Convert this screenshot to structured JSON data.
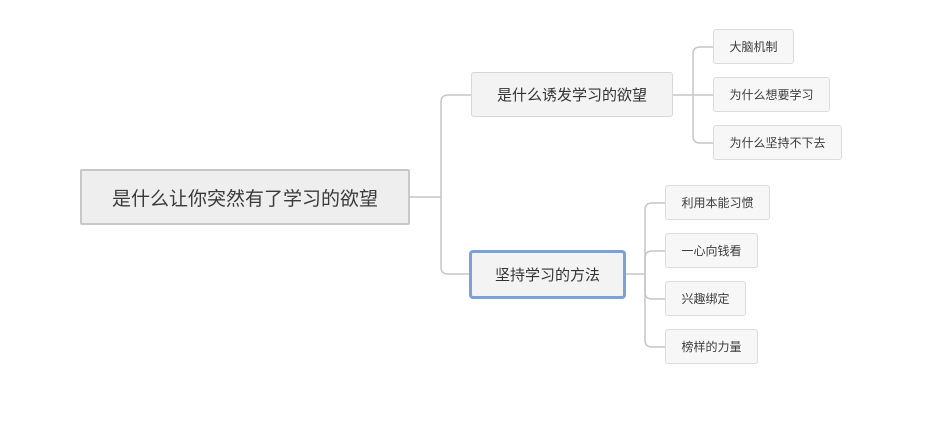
{
  "mindmap": {
    "root": "是什么让你突然有了学习的欲望",
    "branches": [
      {
        "label": "是什么诱发学习的欲望",
        "children": [
          "大脑机制",
          "为什么想要学习",
          "为什么坚持不下去"
        ]
      },
      {
        "label": "坚持学习的方法",
        "selected": true,
        "children": [
          "利用本能习惯",
          "一心向钱看",
          "兴趣绑定",
          "榜样的力量"
        ]
      }
    ]
  },
  "colors": {
    "connector": "#c6c6c6",
    "root_fill": "#eeeeee",
    "root_border": "#c8c8c8",
    "branch_fill": "#f3f3f3",
    "leaf_fill": "#f7f7f7",
    "selection_border": "#7aa2d8"
  }
}
